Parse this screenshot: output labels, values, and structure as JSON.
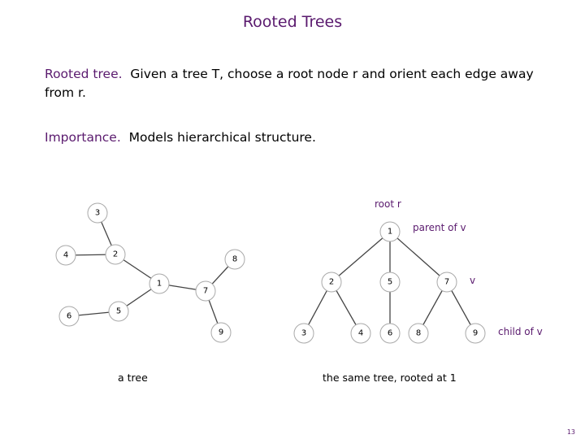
{
  "title": "Rooted Trees",
  "p1": {
    "term": "Rooted tree.",
    "text": "Given a tree T, choose a root node r and orient each edge away from r."
  },
  "p2": {
    "term": "Importance.",
    "text": "Models hierarchical structure."
  },
  "annotations": {
    "root": "root r",
    "parent": "parent of v",
    "v": "v",
    "child": "child of v"
  },
  "captions": {
    "left": "a tree",
    "right": "the same tree, rooted at 1"
  },
  "page_number": "13",
  "left_tree": {
    "nodes": [
      "3",
      "4",
      "2",
      "8",
      "1",
      "7",
      "6",
      "5",
      "9"
    ]
  },
  "right_tree": {
    "nodes": [
      "1",
      "2",
      "5",
      "7",
      "3",
      "4",
      "6",
      "8",
      "9"
    ]
  }
}
